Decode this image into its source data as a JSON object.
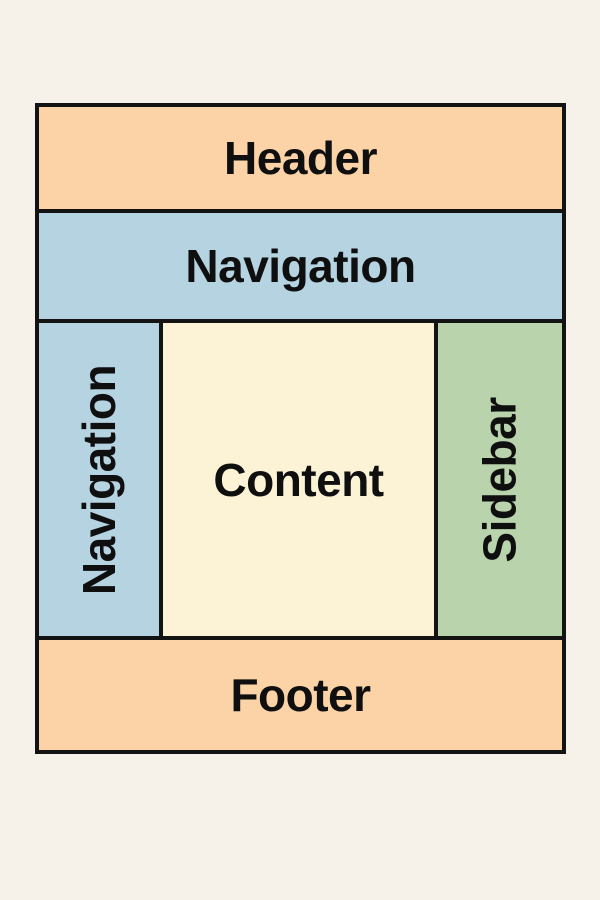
{
  "page": {
    "background": "#f6f2e9",
    "diagram_border_color": "#131313",
    "text_color": "#0f0f0f"
  },
  "regions": {
    "header": {
      "label": "Header",
      "color": "#fcd3a6"
    },
    "top_navigation": {
      "label": "Navigation",
      "color": "#b5d3e1"
    },
    "side_navigation": {
      "label": "Navigation",
      "color": "#b5d3e1"
    },
    "content": {
      "label": "Content",
      "color": "#fcf3d7"
    },
    "sidebar": {
      "label": "Sidebar",
      "color": "#b9d3ac"
    },
    "footer": {
      "label": "Footer",
      "color": "#fcd3a6"
    }
  }
}
